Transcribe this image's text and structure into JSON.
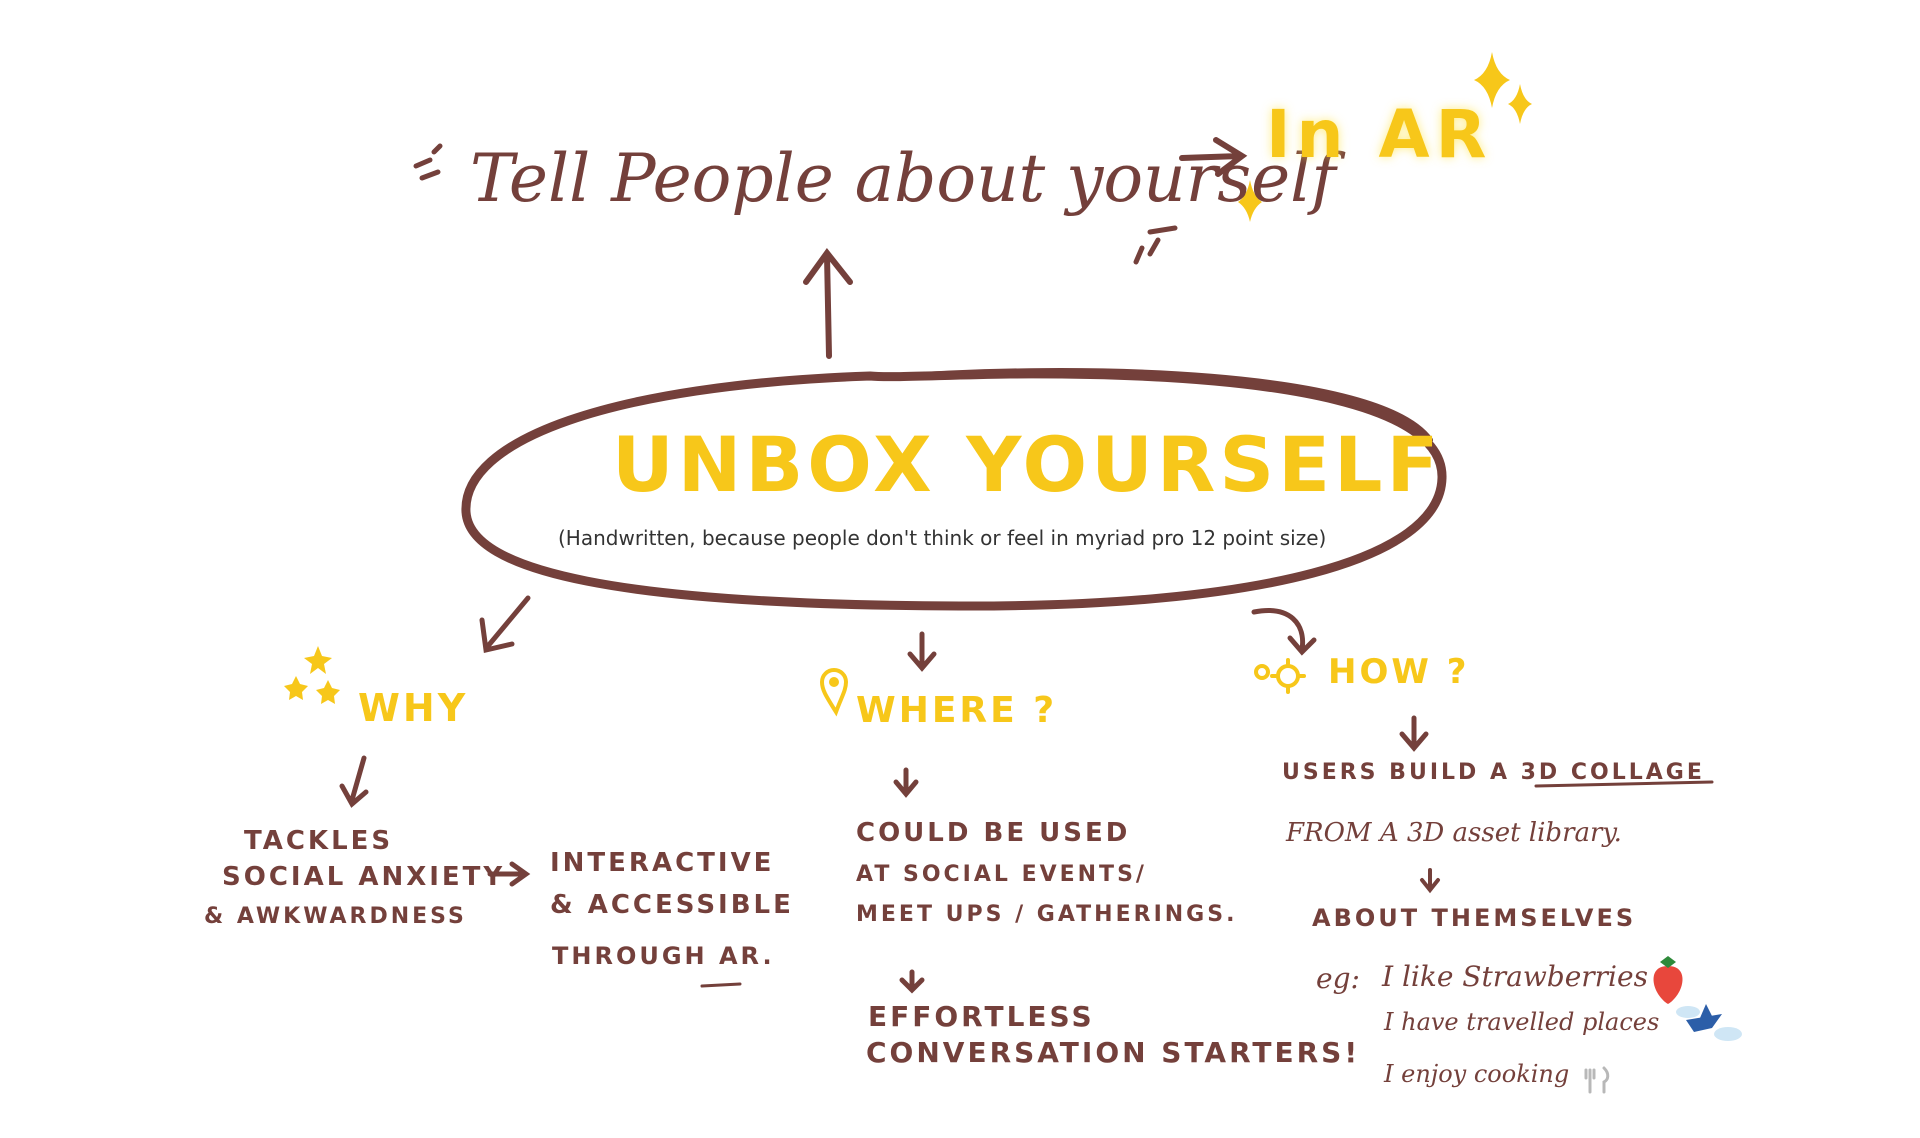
{
  "colors": {
    "ink": "#74403b",
    "accent": "#f7c71a"
  },
  "top": {
    "headline": "Tell People about yourself",
    "ar": "In AR"
  },
  "center": {
    "title": "UNBOX YOURSELF",
    "subtitle": "(Handwritten, because people don't think or feel in myriad pro 12 point size)"
  },
  "why": {
    "heading": "WHY",
    "point": [
      "TACKLES",
      "SOCIAL ANXIETY",
      "& AWKWARDNESS"
    ],
    "result": [
      "INTERACTIVE",
      "& ACCESSIBLE",
      "THROUGH AR."
    ]
  },
  "where": {
    "heading": "WHERE ?",
    "point": [
      "COULD BE USED",
      "AT SOCIAL EVENTS/",
      "MEET UPS / GATHERINGS."
    ],
    "result": [
      "EFFORTLESS",
      "CONVERSATION STARTERS!"
    ]
  },
  "how": {
    "heading": "HOW ?",
    "line1": "USERS BUILD A 3D COLLAGE",
    "line2": "FROM A 3D asset library.",
    "line3": "ABOUT THEMSELVES",
    "eg": "eg:",
    "examples": [
      "I like Strawberries",
      "I have travelled places",
      "I enjoy cooking"
    ],
    "icons": [
      "strawberry-icon",
      "airplane-icon",
      "cutlery-icon"
    ]
  }
}
